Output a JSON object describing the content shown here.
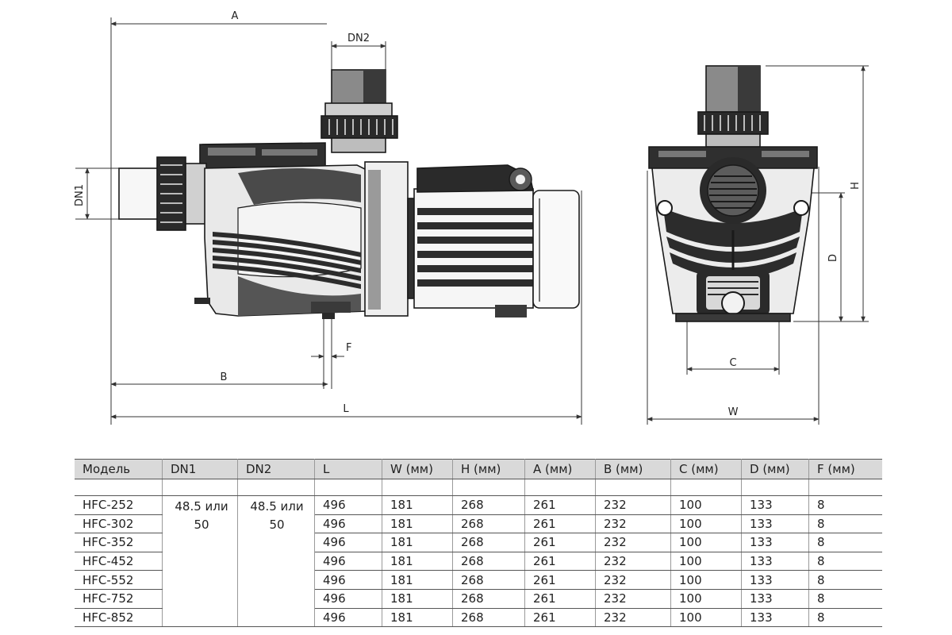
{
  "dimension_labels": {
    "a": "A",
    "dn2": "DN2",
    "dn1": "DN1",
    "f": "F",
    "b": "B",
    "l": "L",
    "h": "H",
    "d": "D",
    "c": "C",
    "w": "W"
  },
  "table": {
    "headers": [
      "Модель",
      "DN1",
      "DN2",
      "L",
      "W (мм)",
      "H (мм)",
      "A (мм)",
      "B (мм)",
      "C (мм)",
      "D (мм)",
      "F (мм)"
    ],
    "dn1_value": [
      "48.5 или",
      "50"
    ],
    "dn2_value": [
      "48.5 или",
      "50"
    ],
    "rows": [
      {
        "model": "HFC-252",
        "L": "496",
        "W": "181",
        "H": "268",
        "A": "261",
        "B": "232",
        "C": "100",
        "D": "133",
        "F": "8"
      },
      {
        "model": "HFC-302",
        "L": "496",
        "W": "181",
        "H": "268",
        "A": "261",
        "B": "232",
        "C": "100",
        "D": "133",
        "F": "8"
      },
      {
        "model": "HFC-352",
        "L": "496",
        "W": "181",
        "H": "268",
        "A": "261",
        "B": "232",
        "C": "100",
        "D": "133",
        "F": "8"
      },
      {
        "model": "HFC-452",
        "L": "496",
        "W": "181",
        "H": "268",
        "A": "261",
        "B": "232",
        "C": "100",
        "D": "133",
        "F": "8"
      },
      {
        "model": "HFC-552",
        "L": "496",
        "W": "181",
        "H": "268",
        "A": "261",
        "B": "232",
        "C": "100",
        "D": "133",
        "F": "8"
      },
      {
        "model": "HFC-752",
        "L": "496",
        "W": "181",
        "H": "268",
        "A": "261",
        "B": "232",
        "C": "100",
        "D": "133",
        "F": "8"
      },
      {
        "model": "HFC-852",
        "L": "496",
        "W": "181",
        "H": "268",
        "A": "261",
        "B": "232",
        "C": "100",
        "D": "133",
        "F": "8"
      }
    ]
  }
}
